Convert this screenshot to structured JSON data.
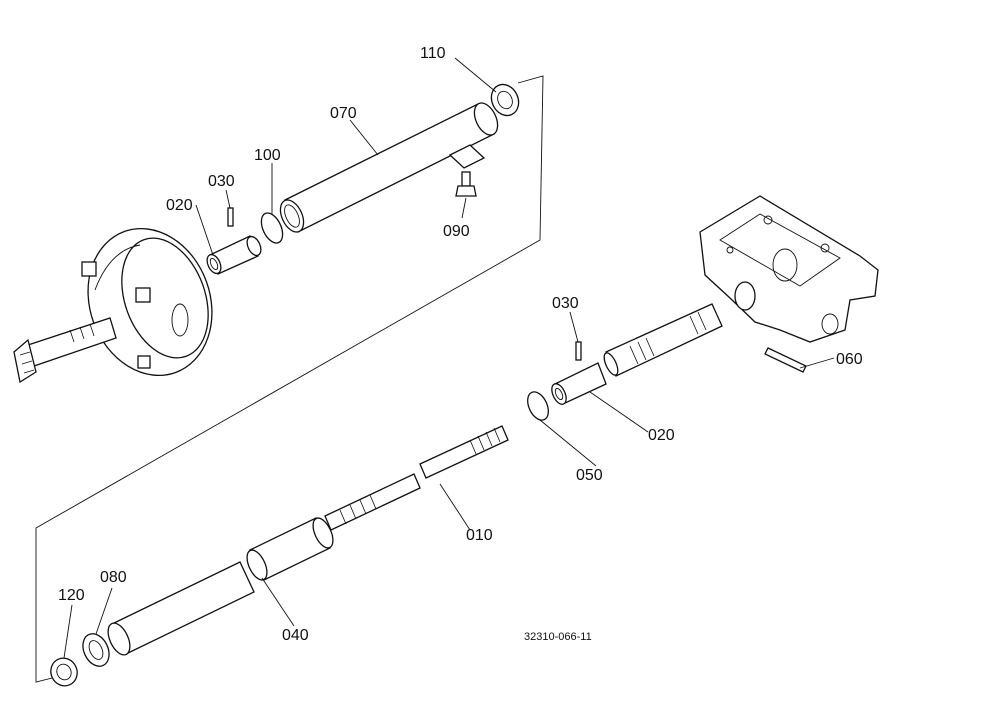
{
  "diagram": {
    "code": "32310-066-11",
    "callouts": [
      {
        "id": "c110",
        "text": "110"
      },
      {
        "id": "c070",
        "text": "070"
      },
      {
        "id": "c100",
        "text": "100"
      },
      {
        "id": "c030a",
        "text": "030"
      },
      {
        "id": "c020a",
        "text": "020"
      },
      {
        "id": "c090",
        "text": "090"
      },
      {
        "id": "c030b",
        "text": "030"
      },
      {
        "id": "c060",
        "text": "060"
      },
      {
        "id": "c020b",
        "text": "020"
      },
      {
        "id": "c050",
        "text": "050"
      },
      {
        "id": "c010",
        "text": "010"
      },
      {
        "id": "c080",
        "text": "080"
      },
      {
        "id": "c120",
        "text": "120"
      },
      {
        "id": "c040",
        "text": "040"
      }
    ]
  }
}
